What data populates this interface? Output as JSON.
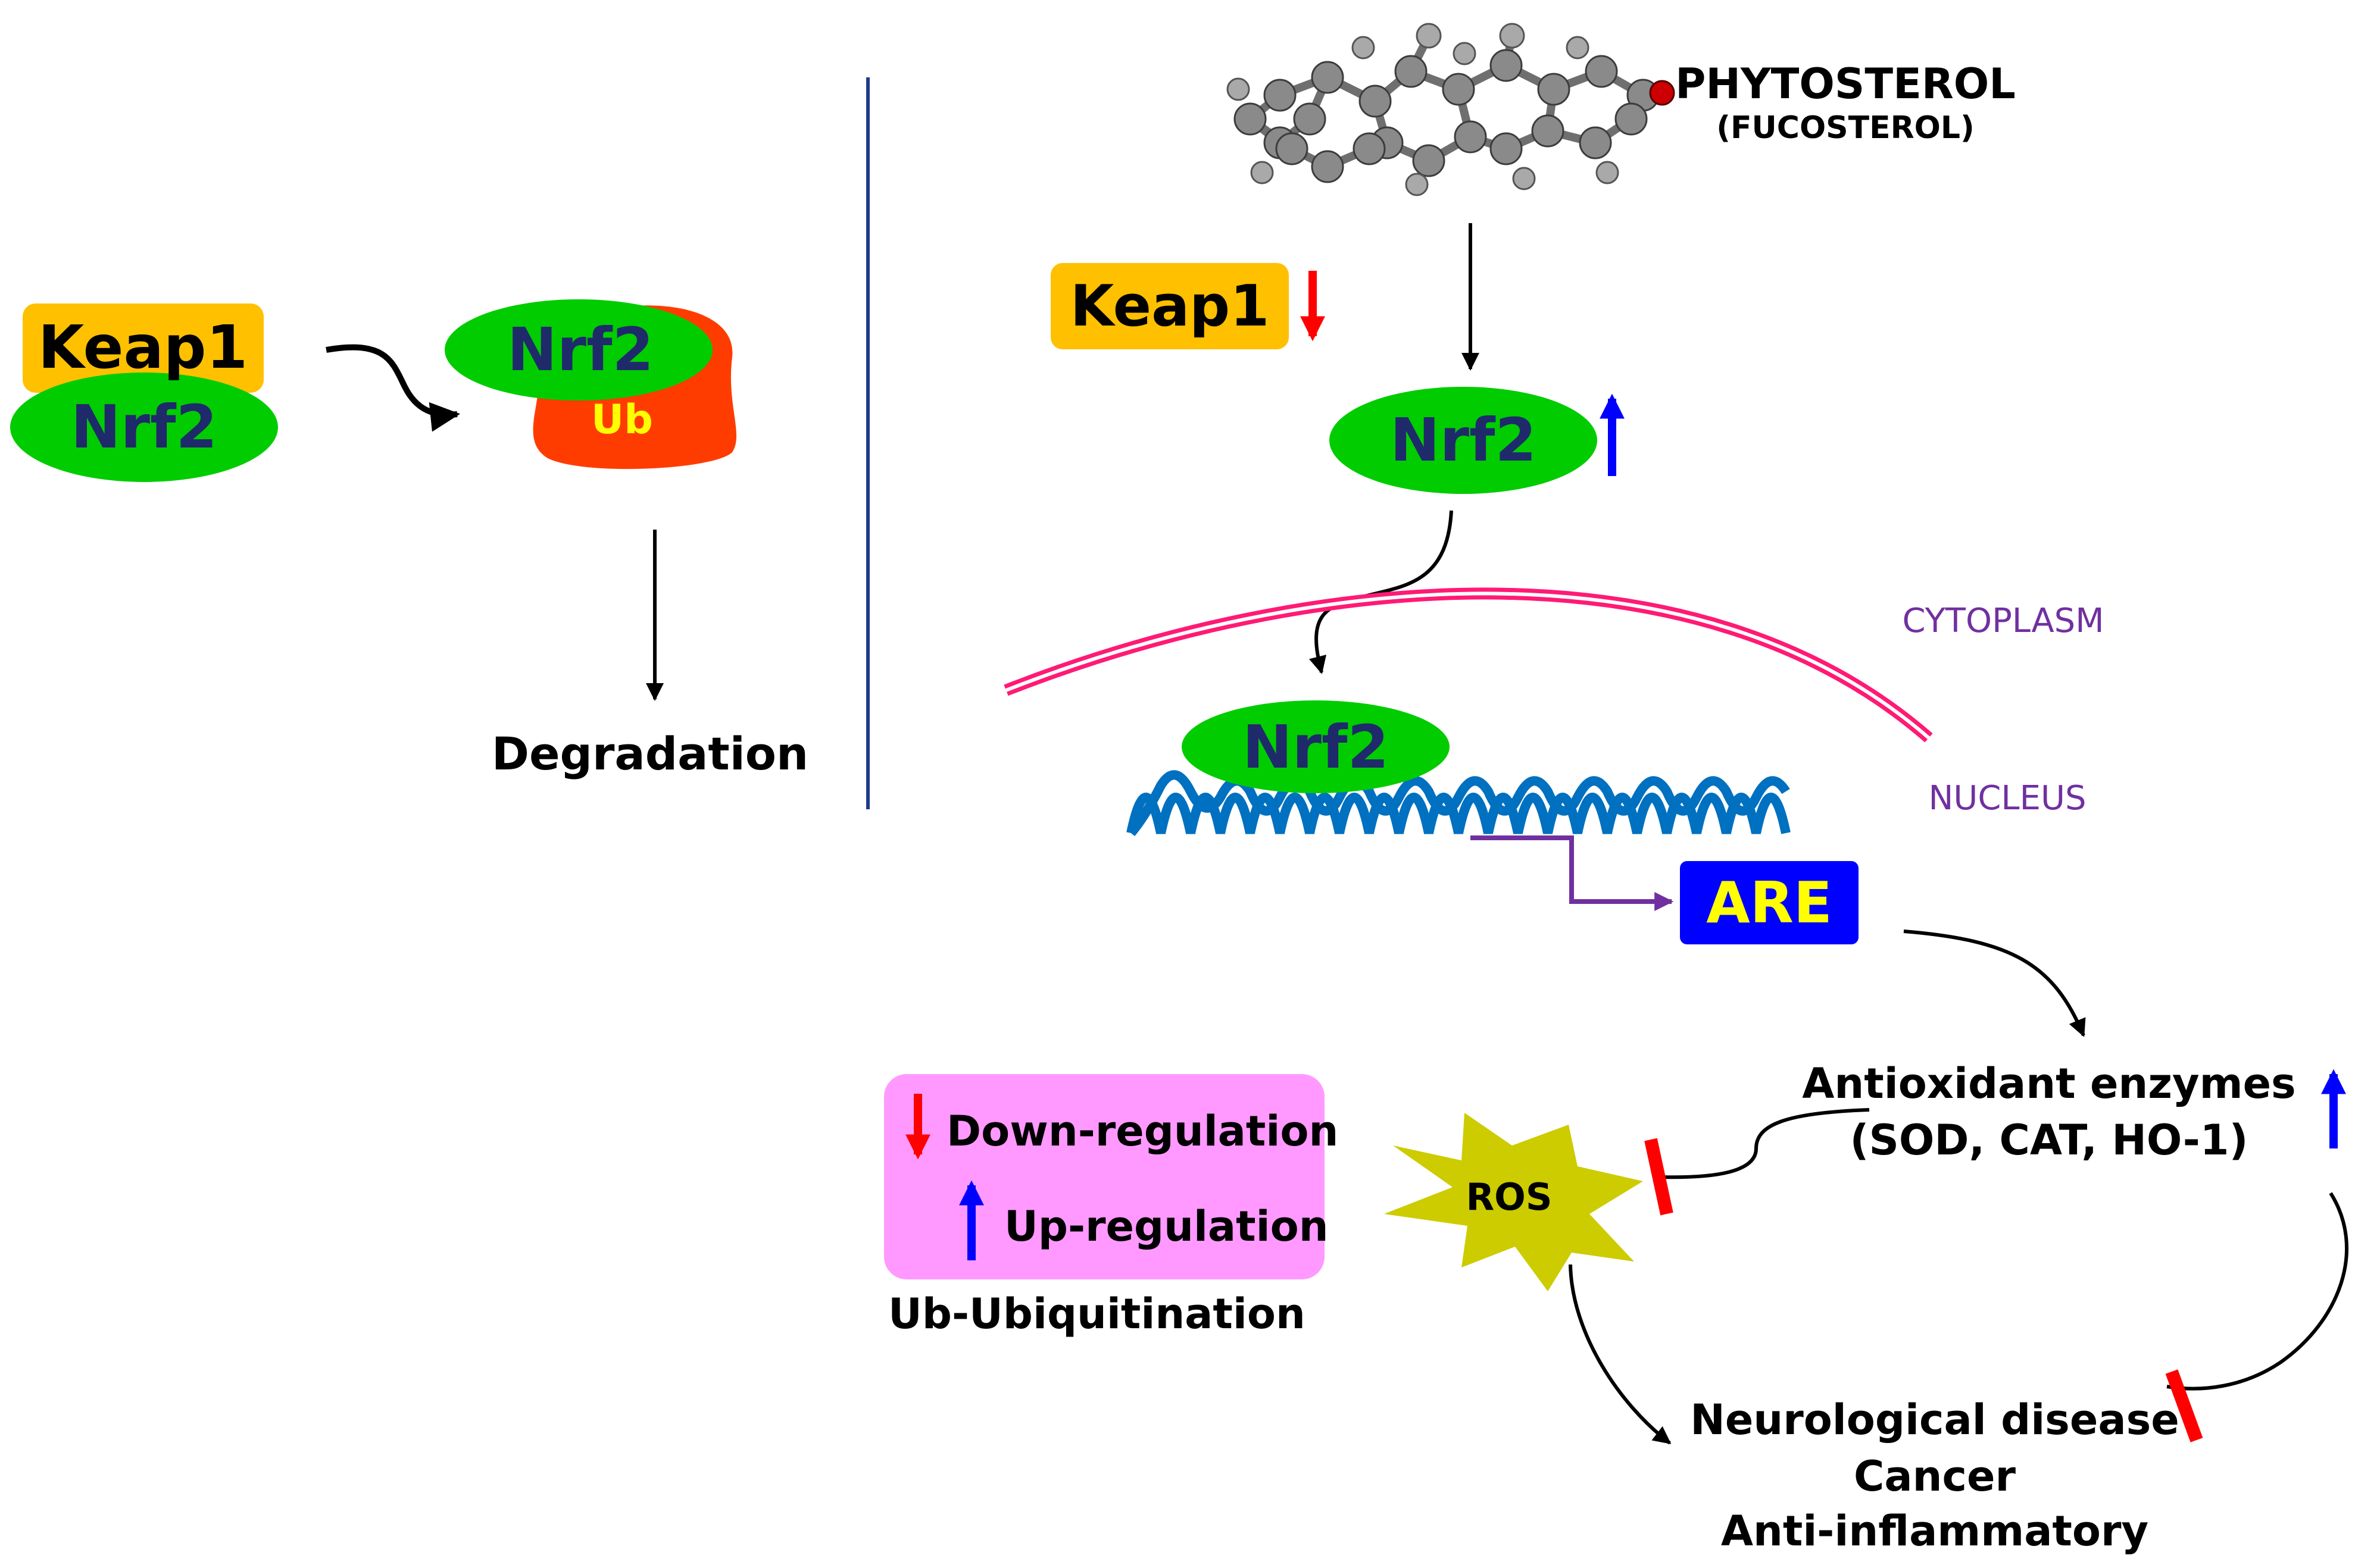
{
  "left": {
    "keap1": "Keap1",
    "nrf2_bound": "Nrf2",
    "nrf2_ub": "Nrf2",
    "ub": "Ub",
    "degradation": "Degradation"
  },
  "right": {
    "phytosterol": "PHYTOSTEROL",
    "fucosterol": "(FUCOSTEROL)",
    "keap1": "Keap1",
    "nrf2_cyto": "Nrf2",
    "nrf2_nucleus": "Nrf2",
    "cytoplasm": "CYTOPLASM",
    "nucleus": "NUCLEUS",
    "are": "ARE",
    "antioxidant_line1": "Antioxidant enzymes",
    "antioxidant_line2": "(SOD, CAT, HO-1)",
    "ros": "ROS",
    "outcome_1": "Neurological disease",
    "outcome_2": "Cancer",
    "outcome_3": "Anti-inflammatory"
  },
  "legend": {
    "down": "Down-regulation",
    "up": "Up-regulation",
    "ub_note": "Ub-Ubiquitination"
  },
  "colors": {
    "keap1": "#ffc000",
    "nrf2": "#00cc00",
    "ub": "#ff3c00",
    "are": "#0000ff",
    "membrane": "#ff1a75",
    "dna": "#0070c0",
    "legend_bg": "#ff99ff",
    "ros": "#cccc00",
    "down_arrow": "#ff0000",
    "up_arrow": "#0000ff",
    "label_purple": "#7030a0"
  }
}
